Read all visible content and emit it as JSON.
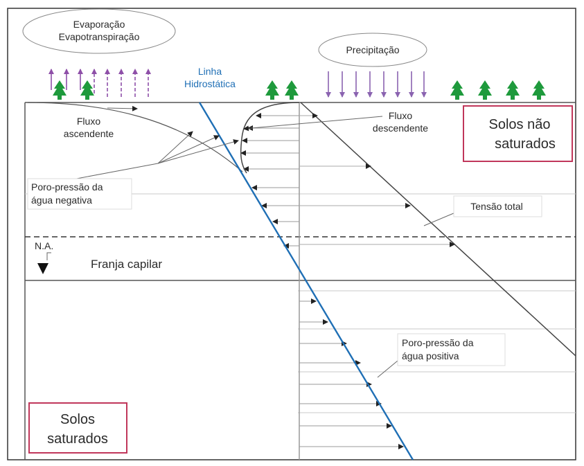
{
  "labels": {
    "evaporation_line1": "Evaporação",
    "evaporation_line2": "Evapotranspiração",
    "precipitation": "Precipitação",
    "hydrostatic_line1": "Linha",
    "hydrostatic_line2": "Hidrostática",
    "upward_flow_line1": "Fluxo",
    "upward_flow_line2": "ascendente",
    "downward_flow_line1": "Fluxo",
    "downward_flow_line2": "descendente",
    "unsaturated_line1": "Solos não",
    "unsaturated_line2": "saturados",
    "negative_pressure_line1": "Poro-pressão da",
    "negative_pressure_line2": "água negativa",
    "total_stress": "Tensão total",
    "water_table": "N.A.",
    "capillary_fringe": "Franja capilar",
    "positive_pressure_line1": "Poro-pressão da",
    "positive_pressure_line2": "água positiva",
    "saturated_line1": "Solos",
    "saturated_line2": "saturados"
  },
  "icons": {
    "tree": "tree-icon",
    "arrow_up": "arrow-up-icon",
    "arrow_down": "arrow-down-icon",
    "water_table": "water-table-triangle-icon"
  },
  "colors": {
    "hydrostatic_line": "#1f6fb5",
    "evaporation_arrows": "#8e4fa8",
    "precipitation_arrows": "#8a63b0",
    "tree": "#1e9a3c",
    "highlight_box": "#c0365a",
    "ink": "#2a2a2a"
  }
}
